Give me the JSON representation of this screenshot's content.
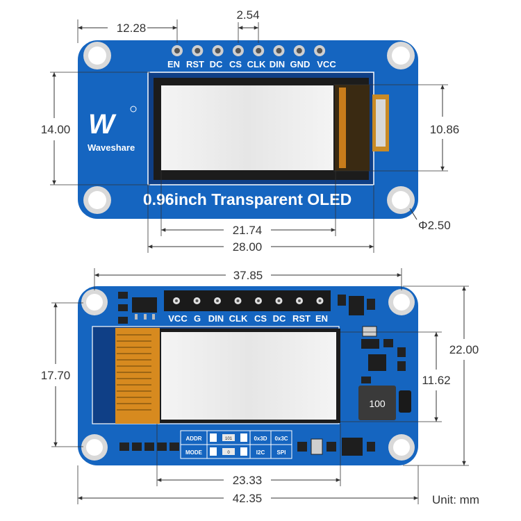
{
  "front": {
    "dims": {
      "pin_offset": "12.28",
      "pin_pitch": "2.54",
      "height": "14.00",
      "display_height": "10.86",
      "display_width": "21.74",
      "width": "28.00",
      "hole_diameter": "Φ2.50"
    },
    "pins": [
      "EN",
      "RST",
      "DC",
      "CS",
      "CLK",
      "DIN",
      "GND",
      "VCC"
    ],
    "logo_text": "Waveshare",
    "logo_mark": "W",
    "title": "0.96inch Transparent OLED"
  },
  "back": {
    "dims": {
      "hole_span": "37.85",
      "height": "22.00",
      "height_left": "17.70",
      "display_height": "11.62",
      "display_width": "23.33",
      "width": "42.35"
    },
    "pins": [
      "VCC",
      "G",
      "DIN",
      "CLK",
      "CS",
      "DC",
      "RST",
      "EN"
    ],
    "jumper_table": {
      "row1": [
        "ADDR",
        "101",
        "0x3D",
        "0x3C"
      ],
      "row2": [
        "MODE",
        "0",
        "I2C",
        "SPI"
      ]
    },
    "inductor_label": "100"
  },
  "unit_label": "Unit: mm",
  "colors": {
    "pcb": "#1565c0",
    "pcb_dark": "#0d4fa3",
    "flex": "#d78a1f",
    "panel": "#ececec",
    "hole_ring": "#c8c8c8"
  }
}
